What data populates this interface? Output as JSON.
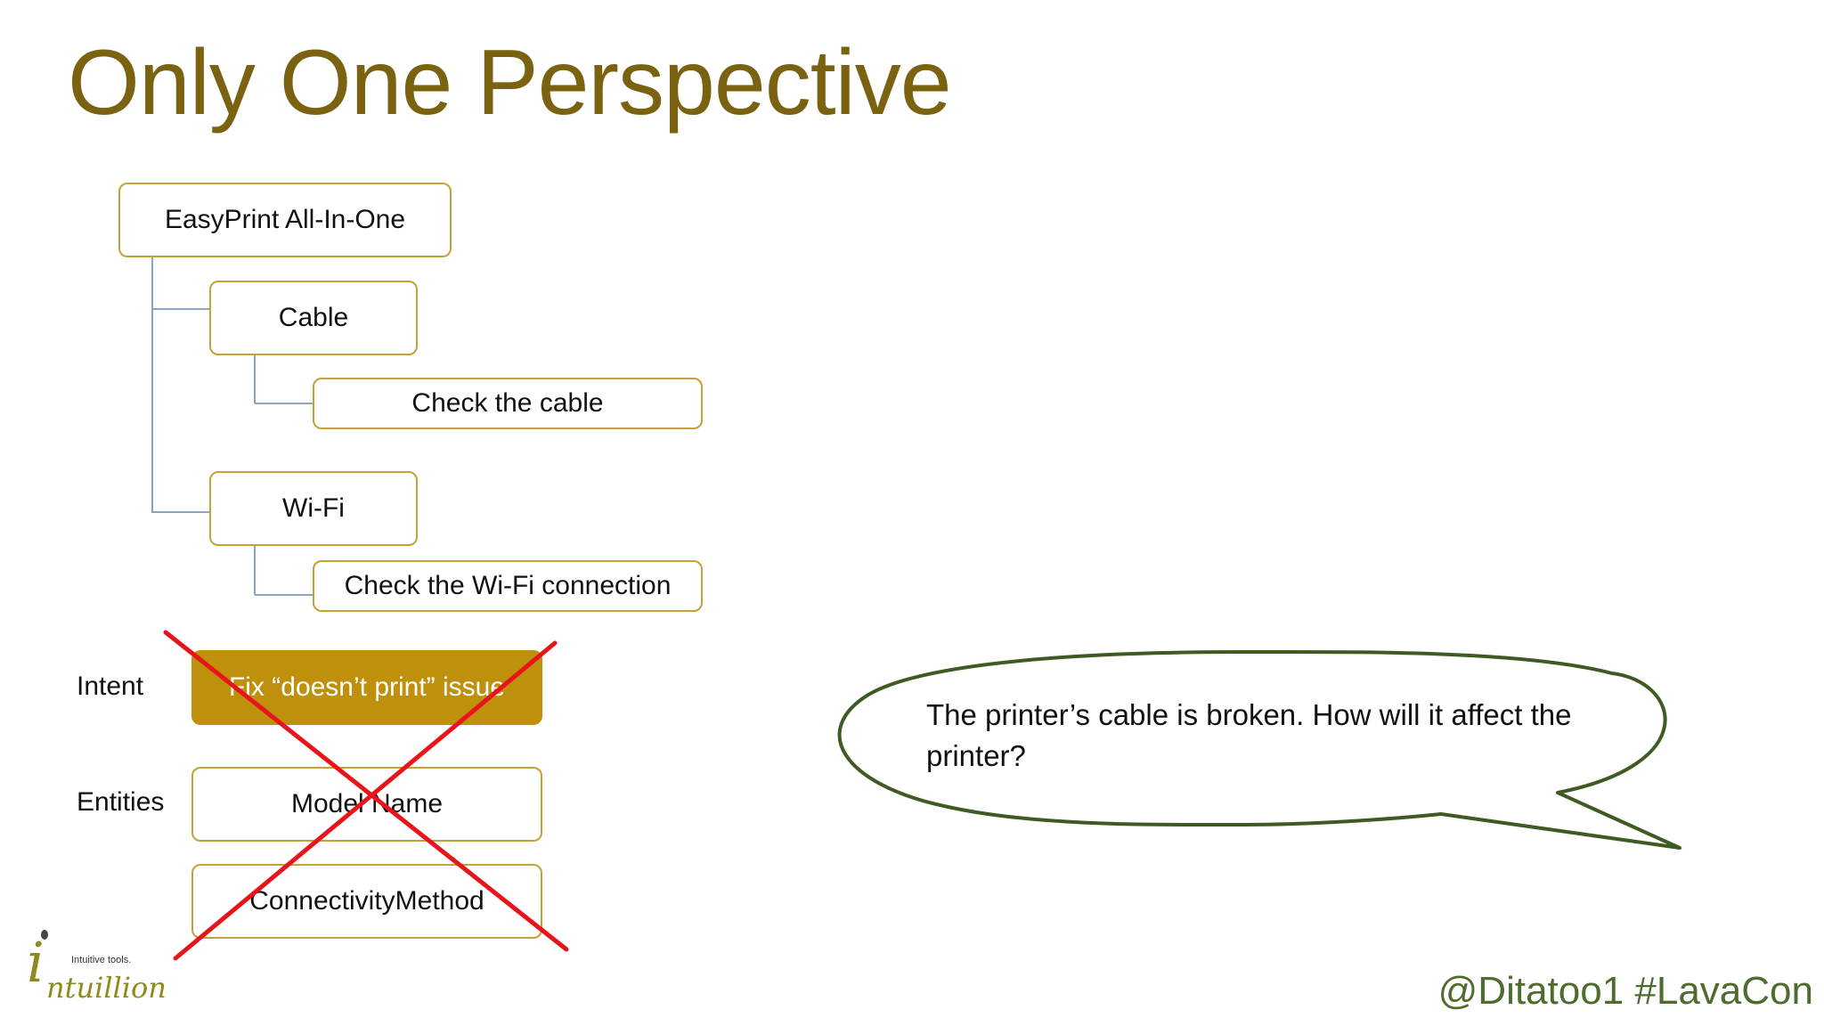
{
  "slide": {
    "title": "Only One Perspective",
    "footer_tag": "@Ditatoo1 #LavaCon"
  },
  "tree": {
    "root": "EasyPrint All-In-One",
    "branches": [
      {
        "label": "Cable",
        "child": "Check the cable"
      },
      {
        "label": "Wi-Fi",
        "child": "Check the Wi-Fi connection"
      }
    ]
  },
  "nlu_model": {
    "intent_label": "Intent",
    "intent_value": "Fix “doesn’t print” issue",
    "entities_label": "Entities",
    "entities": [
      "Model Name",
      "ConnectivityMethod"
    ],
    "crossed_out": true,
    "cross_color": "#e8141b"
  },
  "speech_bubble": {
    "text": "The printer’s cable is broken. How will it affect the printer?"
  },
  "logo": {
    "tagline": "Intuitive tools.",
    "initial": "i",
    "wordmark": "ntuillion"
  },
  "colors": {
    "title": "#7a6211",
    "node_border": "#c5a139",
    "intent_fill": "#bf900b",
    "connector": "#8da3c4",
    "bubble_stroke": "#3f5a22",
    "footer": "#4f6b2e"
  }
}
